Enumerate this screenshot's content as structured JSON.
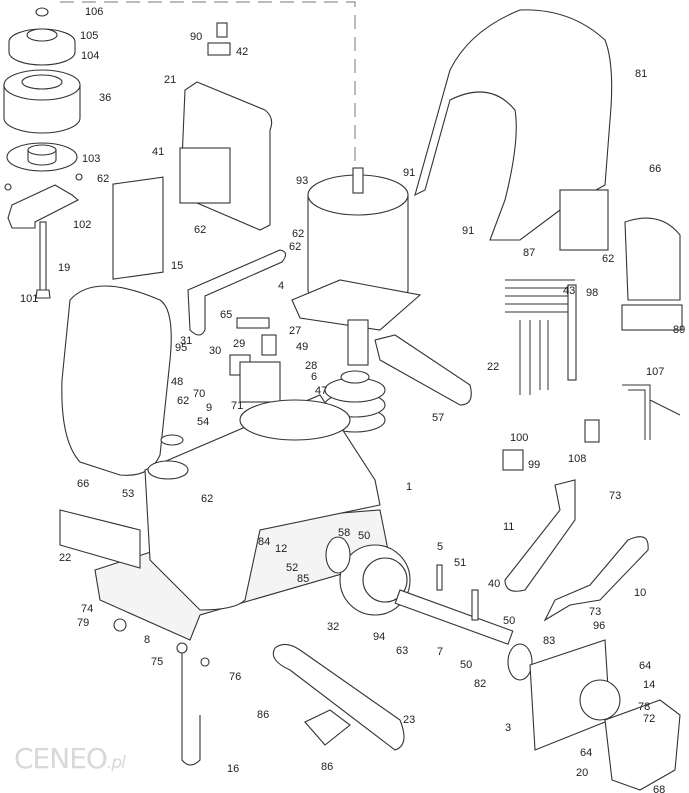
{
  "title": "Exploded parts diagram - sliding gate operator",
  "watermark": {
    "brand": "CENEO",
    "suffix": ".pl"
  },
  "part_labels": [
    "106",
    "105",
    "104",
    "36",
    "103",
    "62",
    "102",
    "101",
    "19",
    "90",
    "42",
    "21",
    "41",
    "62",
    "62",
    "62",
    "15",
    "4",
    "65",
    "27",
    "29",
    "31",
    "30",
    "95",
    "49",
    "28",
    "6",
    "47",
    "48",
    "70",
    "62",
    "9",
    "71",
    "54",
    "66",
    "53",
    "62",
    "22",
    "1",
    "93",
    "91",
    "91",
    "81",
    "66",
    "87",
    "62",
    "98",
    "43",
    "89",
    "22",
    "57",
    "100",
    "99",
    "108",
    "107",
    "73",
    "11",
    "10",
    "73",
    "84",
    "12",
    "58",
    "50",
    "5",
    "51",
    "40",
    "52",
    "85",
    "32",
    "94",
    "63",
    "7",
    "50",
    "50",
    "83",
    "96",
    "82",
    "64",
    "14",
    "78",
    "72",
    "3",
    "64",
    "20",
    "68",
    "74",
    "79",
    "8",
    "75",
    "76",
    "86",
    "23",
    "86",
    "16"
  ]
}
